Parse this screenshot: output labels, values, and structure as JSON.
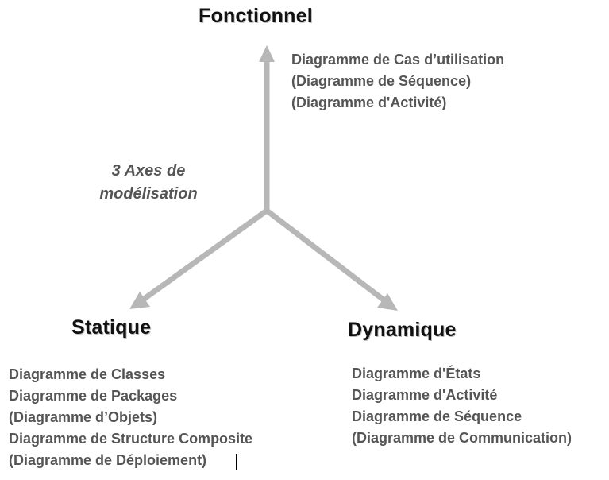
{
  "axes": {
    "fonctionnel": {
      "title": "Fonctionnel",
      "items": [
        "Diagramme de Cas d’utilisation",
        "(Diagramme de Séquence)",
        "(Diagramme d'Activité)"
      ]
    },
    "statique": {
      "title": "Statique",
      "items": [
        "Diagramme de Classes",
        "Diagramme de Packages",
        "(Diagramme d’Objets)",
        "Diagramme de Structure Composite",
        "(Diagramme de Déploiement)"
      ]
    },
    "dynamique": {
      "title": "Dynamique",
      "items": [
        "Diagramme d'États",
        "Diagramme d'Activité",
        "Diagramme de Séquence",
        "(Diagramme de Communication)"
      ]
    }
  },
  "caption": {
    "line1": "3 Axes de",
    "line2": "modélisation"
  },
  "colors": {
    "arrow": "#b7b7b7",
    "title": "#111111",
    "list_text": "#555555"
  }
}
